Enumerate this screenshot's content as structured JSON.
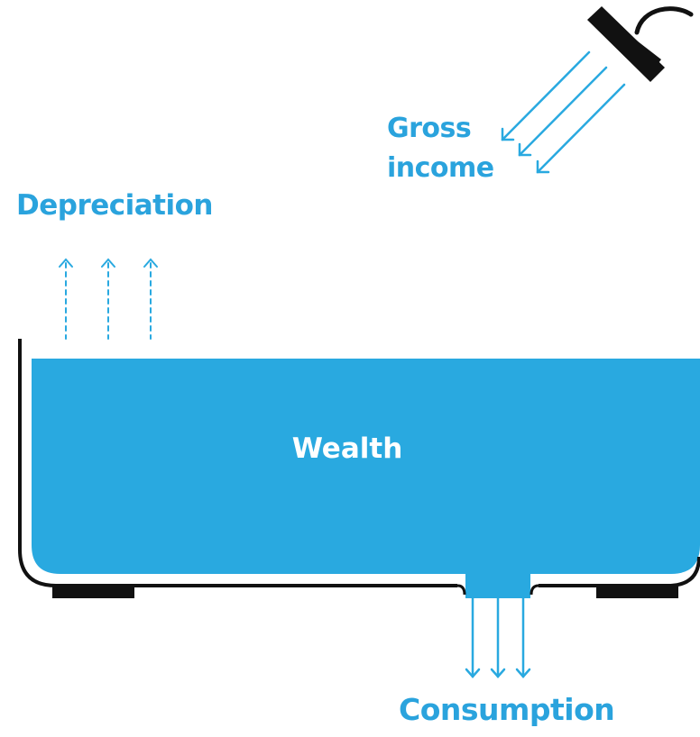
{
  "labels": {
    "depreciation": "Depreciation",
    "gross_line1": "Gross",
    "gross_line2": "income",
    "wealth": "Wealth",
    "consumption": "Consumption"
  },
  "colors": {
    "water": "#29a9e0",
    "label_blue": "#2aa3dd",
    "label_on_water": "#ffffff",
    "tub_outline": "#111111"
  },
  "icons": {
    "shower": "shower-head-icon",
    "arrow": "arrow-icon"
  }
}
